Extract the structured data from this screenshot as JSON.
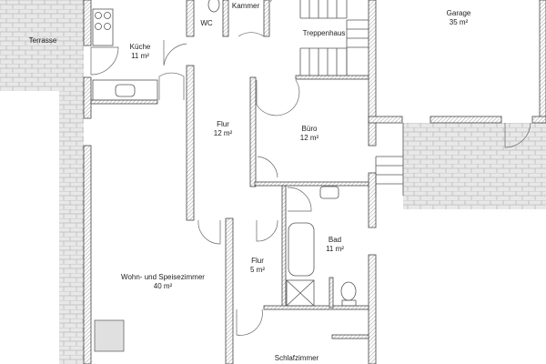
{
  "plan": {
    "rooms": [
      {
        "name": "Terrasse",
        "area": ""
      },
      {
        "name": "Küche",
        "area": "11 m²"
      },
      {
        "name": "WC",
        "area": ""
      },
      {
        "name": "Kammer",
        "area": ""
      },
      {
        "name": "Treppenhaus",
        "area": ""
      },
      {
        "name": "Garage",
        "area": "35 m²"
      },
      {
        "name": "Flur",
        "area": "12 m²"
      },
      {
        "name": "Büro",
        "area": "12 m²"
      },
      {
        "name": "Bad",
        "area": "11 m²"
      },
      {
        "name": "Flur",
        "area": "5 m²"
      },
      {
        "name": "Wohn- und Speisezimmer",
        "area": "40 m²"
      },
      {
        "name": "Schlafzimmer",
        "area": ""
      }
    ]
  },
  "colors": {
    "wall_outline": "#444444",
    "paving": "#e6e6e6",
    "paving_lines": "#bbbbbb"
  }
}
